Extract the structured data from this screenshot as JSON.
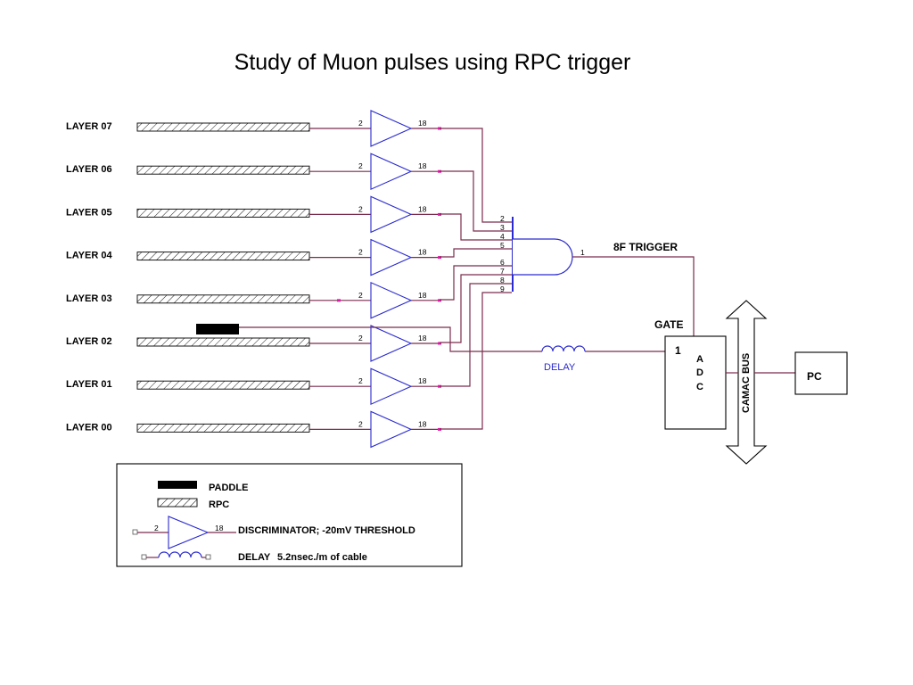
{
  "title": "Study of Muon pulses using RPC trigger",
  "layers": [
    "LAYER 07",
    "LAYER 06",
    "LAYER 05",
    "LAYER 04",
    "LAYER 03",
    "LAYER 02",
    "LAYER 01",
    "LAYER 00"
  ],
  "discriminator": {
    "input_pin": "2",
    "output_pin": "18"
  },
  "and_gate": {
    "inputs": [
      "2",
      "3",
      "4",
      "5",
      "6",
      "7",
      "8",
      "9"
    ],
    "output_pin": "1",
    "trigger_label": "8F TRIGGER"
  },
  "delay_label": "DELAY",
  "adc": {
    "gate_label": "GATE",
    "channel": "1",
    "letters": [
      "A",
      "D",
      "C"
    ]
  },
  "camac_bus_label": "CAMAC BUS",
  "pc_label": "PC",
  "legend": {
    "paddle": "PADDLE",
    "rpc": "RPC",
    "discriminator": "DISCRIMINATOR; -20mV THRESHOLD",
    "discriminator_in": "2",
    "discriminator_out": "18",
    "delay_name": "DELAY",
    "delay_spec": "5.2nsec./m of cable"
  },
  "colors": {
    "wire": "#7a2c4c",
    "amplifier": "#2a2ad0",
    "output_dot": "#e01aa8"
  }
}
